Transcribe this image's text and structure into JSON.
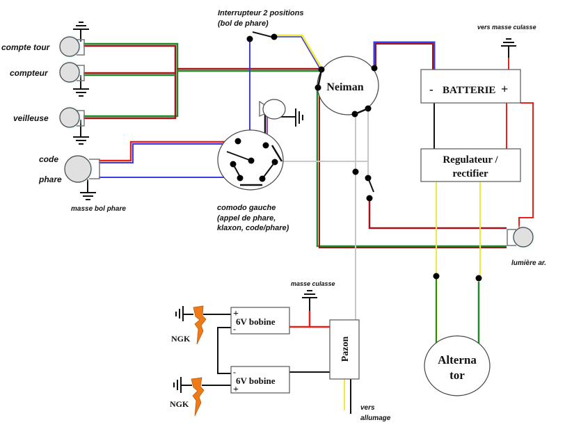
{
  "title": "Schéma de câblage moto 6V",
  "labels": {
    "compte_tour": "compte tour",
    "compteur": "compteur",
    "veilleuse": "veilleuse",
    "code": "code",
    "phare": "phare",
    "masse_bol_phare": "masse bol phare",
    "interrupteur_line1": "Interrupteur 2 positions",
    "interrupteur_line2": "(bol de phare)",
    "neiman": "Neiman",
    "vers_masse_culasse": "vers masse culasse",
    "batterie_minus": "-",
    "batterie": "BATTERIE",
    "batterie_plus": "+",
    "regulateur_line1": "Regulateur /",
    "regulateur_line2": "rectifier",
    "comodo_line1": "comodo gauche",
    "comodo_line2": "(appel de phare,",
    "comodo_line3": "klaxon, code/phare)",
    "lumiere_ar": "lumière ar.",
    "masse_culasse": "masse culasse",
    "bobine1": "6V bobine",
    "bobine1_plus": "+",
    "bobine1_minus": "-",
    "bobine2": "6V bobine",
    "bobine2_minus": "-",
    "bobine2_plus": "+",
    "pazon": "Pazon",
    "ngk1": "NGK",
    "ngk2": "NGK",
    "vers": "vers",
    "allumage": "allumage",
    "alternator_line1": "Alterna",
    "alternator_line2": "tor"
  },
  "wire_colors": {
    "red": "#e8201c",
    "dark_red": "#a3141a",
    "green": "#1f8a2a",
    "blue": "#3a3ae8",
    "yellow": "#f2ea3a",
    "grey": "#c8c8c8",
    "black": "#111111",
    "purple": "#9a4aa8"
  },
  "spark_color": "#f07a16"
}
